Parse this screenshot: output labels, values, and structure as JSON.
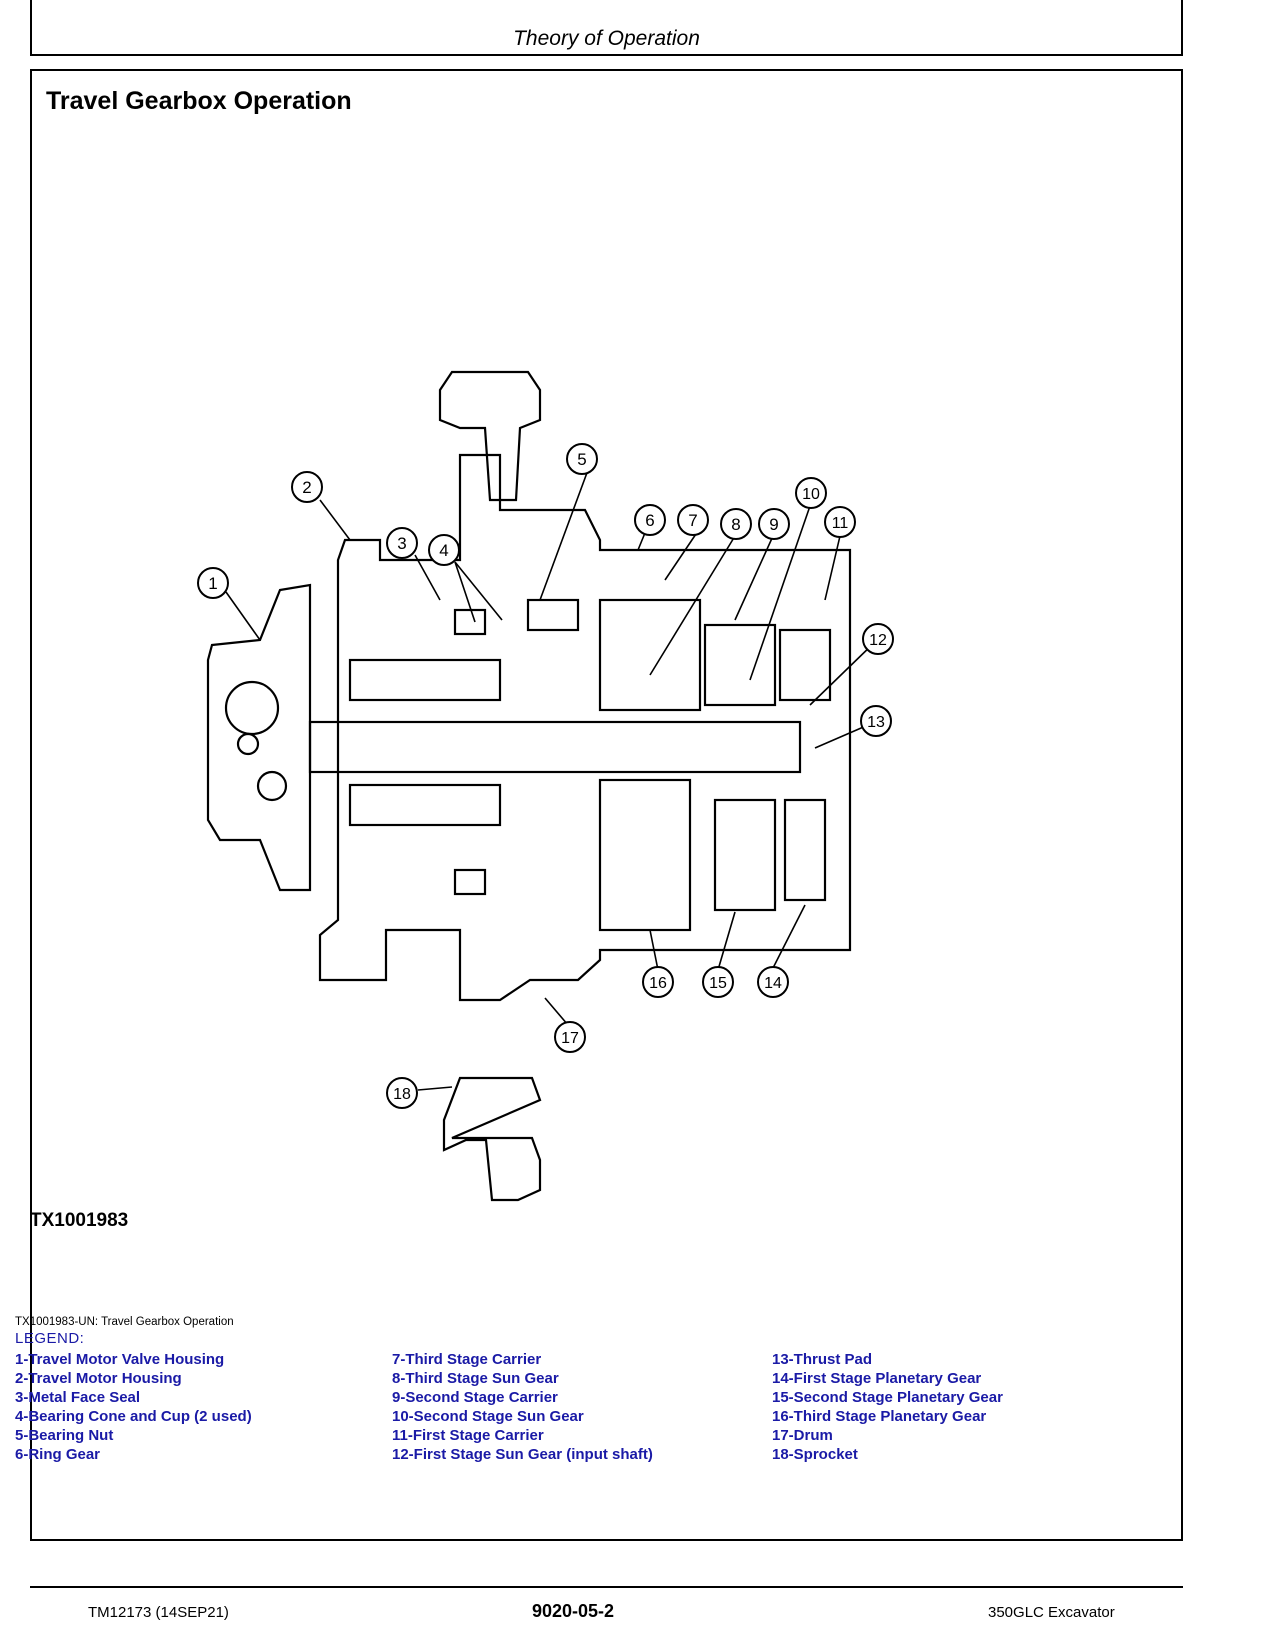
{
  "header": {
    "section": "Theory of Operation"
  },
  "page": {
    "title": "Travel Gearbox Operation"
  },
  "figure": {
    "id": "TX1001983",
    "caption": "TX1001983-UN: Travel Gearbox Operation",
    "callouts": [
      "1",
      "2",
      "3",
      "4",
      "5",
      "6",
      "7",
      "8",
      "9",
      "10",
      "11",
      "12",
      "13",
      "14",
      "15",
      "16",
      "17",
      "18"
    ]
  },
  "legend": {
    "title": "LEGEND:",
    "col1": [
      "1-Travel Motor Valve Housing",
      "2-Travel Motor Housing",
      "3-Metal Face Seal",
      "4-Bearing Cone and Cup (2 used)",
      "5-Bearing Nut",
      "6-Ring Gear"
    ],
    "col2": [
      "7-Third Stage Carrier",
      "8-Third Stage Sun Gear",
      "9-Second Stage Carrier",
      "10-Second Stage Sun Gear",
      "11-First Stage Carrier",
      "12-First Stage Sun Gear (input shaft)"
    ],
    "col3": [
      "13-Thrust Pad",
      "14-First Stage Planetary Gear",
      "15-Second Stage Planetary Gear",
      "16-Third Stage Planetary Gear",
      "17-Drum",
      "18-Sprocket"
    ]
  },
  "footer": {
    "left": "TM12173 (14SEP21)",
    "center": "9020-05-2",
    "right": "350GLC Excavator"
  }
}
